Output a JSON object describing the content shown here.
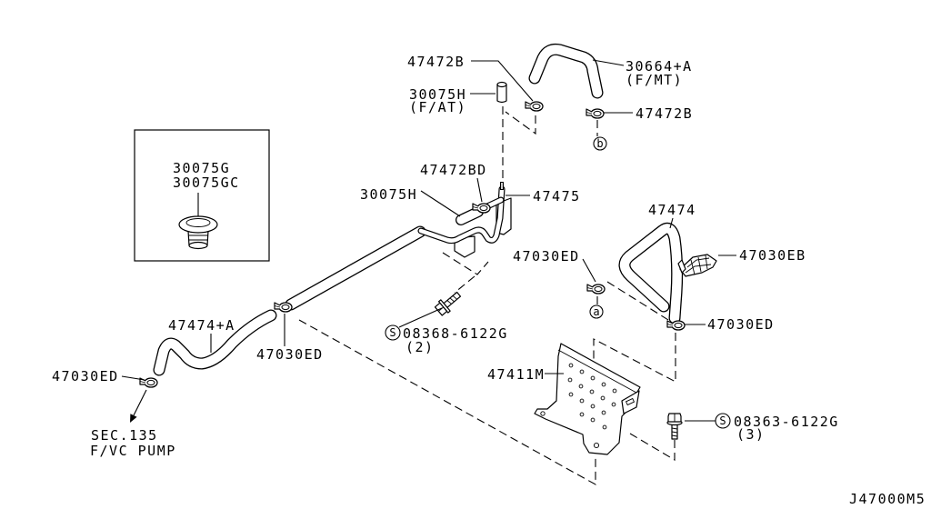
{
  "diagram": {
    "id": "J47000M5"
  },
  "parts": {
    "clamp_top_left": "47472B",
    "hose_top": "30664+A",
    "hose_top_variant": "(F/MT)",
    "cap_top": "30075H",
    "cap_top_variant": "(F/AT)",
    "clamp_top_right": "47472B",
    "inset_cap_1": "30075G",
    "inset_cap_2": "30075GC",
    "clamp_mid": "47472BD",
    "hose_mid": "30075H",
    "pipe": "47475",
    "hose_right": "47474",
    "clamp_right_upper": "47030ED",
    "clip_right": "47030EB",
    "bolt_mid": "08368-6122G",
    "bolt_mid_qty": "(2)",
    "hose_left": "47474+A",
    "clamp_right_lower": "47030ED",
    "clamp_left_upper": "47030ED",
    "clamp_left_lower": "47030ED",
    "bracket": "47411M",
    "bolt_right": "08363-6122G",
    "bolt_right_qty": "(3)"
  },
  "reference": {
    "section": "SEC.135",
    "section_name": "F/VC PUMP"
  },
  "callouts": {
    "a": "a",
    "b": "b",
    "screw_symbol": "S"
  }
}
